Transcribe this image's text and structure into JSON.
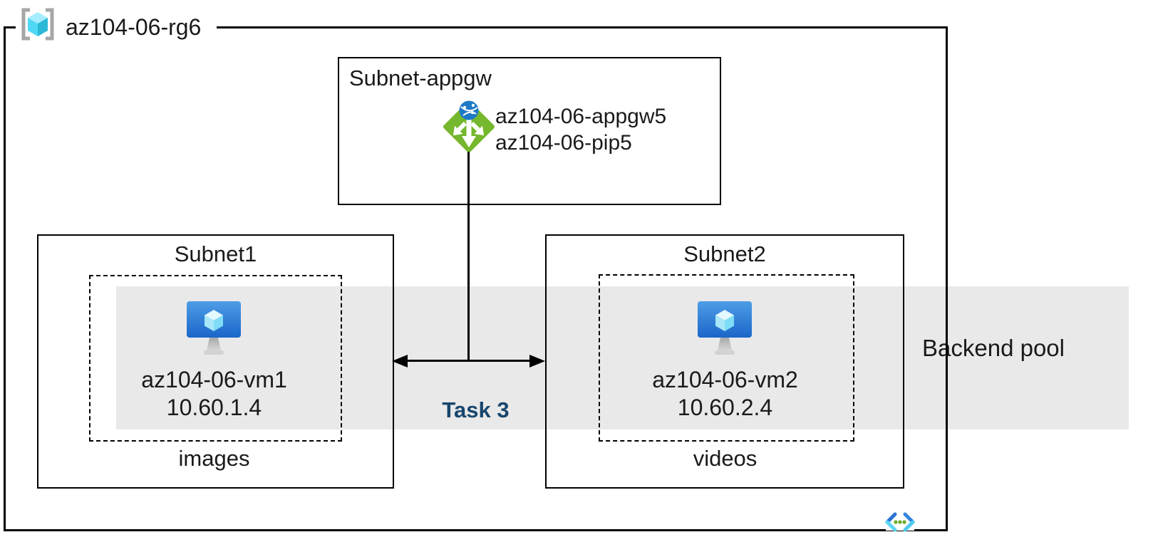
{
  "diagram": {
    "resource_group": {
      "name": "az104-06-rg6",
      "icon": "resource-group-icon"
    },
    "appgw_subnet": {
      "title": "Subnet-appgw",
      "gateway_name": "az104-06-appgw5",
      "public_ip_name": "az104-06-pip5",
      "icon": "application-gateway-icon"
    },
    "subnet1": {
      "title": "Subnet1",
      "vm_name": "az104-06-vm1",
      "vm_ip": "10.60.1.4",
      "caption": "images",
      "icon": "virtual-machine-icon"
    },
    "subnet2": {
      "title": "Subnet2",
      "vm_name": "az104-06-vm2",
      "vm_ip": "10.60.2.4",
      "caption": "videos",
      "icon": "virtual-machine-icon"
    },
    "backend_pool_label": "Backend pool",
    "task_label": "Task 3",
    "vnet_icon": "virtual-network-icon",
    "colors": {
      "band_gray": "#e9e9e9",
      "task_navy": "#17466e",
      "appgw_green": "#75b72d",
      "globe_blue": "#1d79c6",
      "vm_blue_top": "#4e9de6",
      "vm_blue_bottom": "#1b66c9",
      "rg_cyan": "#4fd9f4",
      "vnet_dot_green": "#68ad25",
      "line_black": "#000000"
    }
  }
}
